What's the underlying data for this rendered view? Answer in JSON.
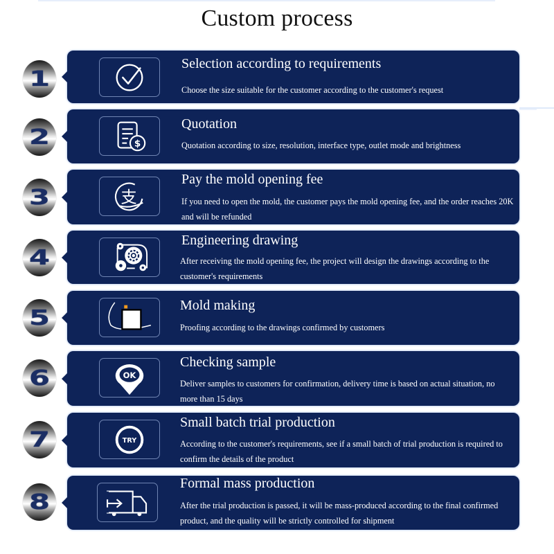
{
  "page": {
    "title": "Custom process"
  },
  "colors": {
    "card_bg": "#0e2358",
    "badge_number": "#1b2e64",
    "icon_border": "#7085b3",
    "accent_orange": "#f29a1e"
  },
  "steps": [
    {
      "number": "1",
      "icon": "check-circle-icon",
      "title": "Selection according to requirements",
      "description": "Choose the size suitable for the customer according to the customer's request"
    },
    {
      "number": "2",
      "icon": "quotation-document-dollar-icon",
      "title": "Quotation",
      "description": "Quotation according to size, resolution, interface type, outlet mode and brightness"
    },
    {
      "number": "3",
      "icon": "payment-zhi-icon",
      "icon_glyph": "支",
      "title": "Pay the mold opening fee",
      "description": "If you need to open the mold, the customer pays the mold opening fee, and the order reaches 20K and will be refunded"
    },
    {
      "number": "4",
      "icon": "engineering-gear-film-icon",
      "title": "Engineering drawing",
      "description": "After receiving the mold opening fee, the project will design the drawings according to the customer's requirements"
    },
    {
      "number": "5",
      "icon": "mold-square-orbit-icon",
      "title": "Mold making",
      "description": "Proofing according to the drawings confirmed by customers"
    },
    {
      "number": "6",
      "icon": "ok-pin-icon",
      "icon_text": "OK",
      "title": "Checking sample",
      "description": "Deliver samples to customers for confirmation, delivery time is based on actual situation, no more than 15 days"
    },
    {
      "number": "7",
      "icon": "try-circle-icon",
      "icon_text": "TRY",
      "title": "Small batch trial production",
      "description": "According to the customer's requirements, see if a small batch of trial production is required to confirm the details of the product"
    },
    {
      "number": "8",
      "icon": "delivery-truck-icon",
      "title": "Formal mass production",
      "description": "After the trial production is passed, it will be mass-produced according to the final confirmed product, and the quality will be strictly controlled for shipment"
    }
  ]
}
